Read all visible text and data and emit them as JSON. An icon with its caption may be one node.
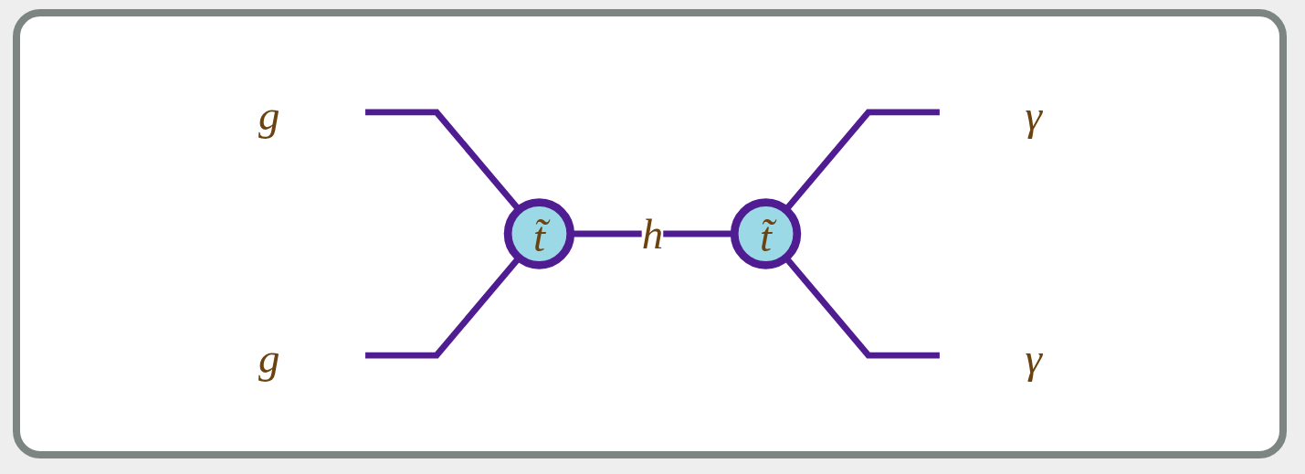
{
  "diagram": {
    "nodes": [
      {
        "text": [
          "g"
        ]
      },
      {
        "text": [
          "g"
        ]
      },
      {
        "text": [
          "t̃"
        ]
      },
      {
        "text": [
          "t̃"
        ]
      },
      {
        "text": [
          "γ"
        ]
      },
      {
        "text": [
          "γ"
        ]
      }
    ],
    "edges": [
      {
        "from": 0,
        "to": 2,
        "arrow": "none"
      },
      {
        "from": 1,
        "to": 2,
        "arrow": "none"
      },
      {
        "from": 2,
        "to": 3,
        "arrow": "none",
        "label": "h"
      },
      {
        "from": 3,
        "to": 4,
        "arrow": "none"
      },
      {
        "from": 3,
        "to": 5,
        "arrow": "none"
      }
    ]
  }
}
